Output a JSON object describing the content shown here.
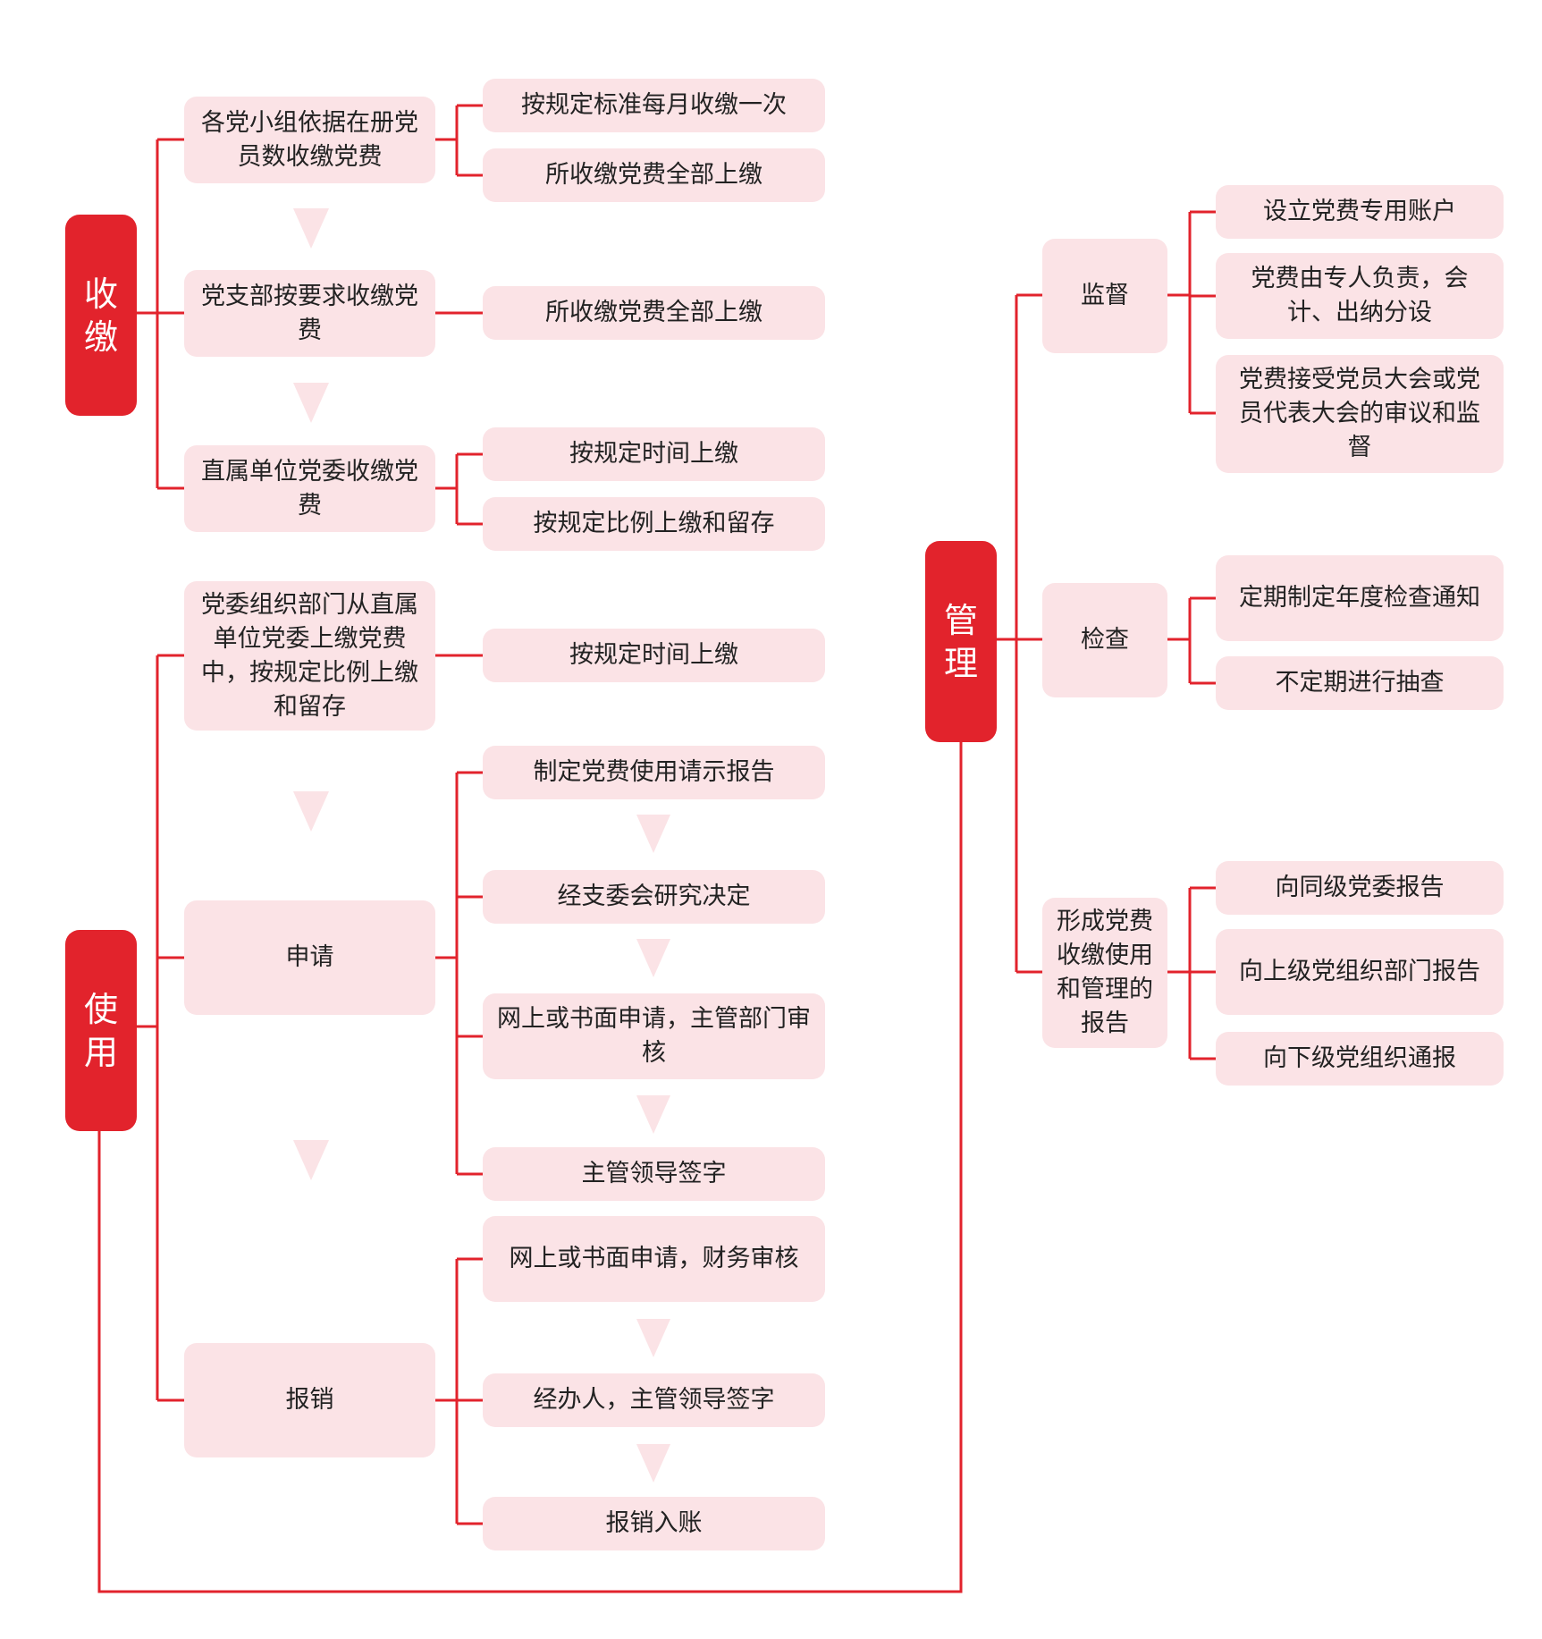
{
  "colors": {
    "accent": "#e2232c",
    "box": "#fbe3e6",
    "arrow": "#fbe3e6",
    "text": "#222222"
  },
  "categories": {
    "collect": "收缴",
    "use": "使用",
    "manage": "管理"
  },
  "collect": {
    "s1": {
      "label": "各党小组依据在册党员数收缴党费",
      "subs": [
        "按规定标准每月收缴一次",
        "所收缴党费全部上缴"
      ]
    },
    "s2": {
      "label": "党支部按要求收缴党费",
      "subs": [
        "所收缴党费全部上缴"
      ]
    },
    "s3": {
      "label": "直属单位党委收缴党费",
      "subs": [
        "按规定时间上缴",
        "按规定比例上缴和留存"
      ]
    }
  },
  "use": {
    "s1": {
      "label": "党委组织部门从直属单位党委上缴党费中，按规定比例上缴和留存",
      "subs": [
        "按规定时间上缴"
      ]
    },
    "apply": {
      "label": "申请",
      "subs": [
        "制定党费使用请示报告",
        "经支委会研究决定",
        "网上或书面申请，主管部门审核",
        "主管领导签字"
      ]
    },
    "reimburse": {
      "label": "报销",
      "subs": [
        "网上或书面申请，财务审核",
        "经办人，主管领导签字",
        "报销入账"
      ]
    }
  },
  "manage": {
    "supervise": {
      "label": "监督",
      "subs": [
        "设立党费专用账户",
        "党费由专人负责，会计、出纳分设",
        "党费接受党员大会或党员代表大会的审议和监督"
      ]
    },
    "check": {
      "label": "检查",
      "subs": [
        "定期制定年度检查通知",
        "不定期进行抽查"
      ]
    },
    "report": {
      "label": "形成党费收缴使用和管理的报告",
      "subs": [
        "向同级党委报告",
        "向上级党组织部门报告",
        "向下级党组织通报"
      ]
    }
  }
}
